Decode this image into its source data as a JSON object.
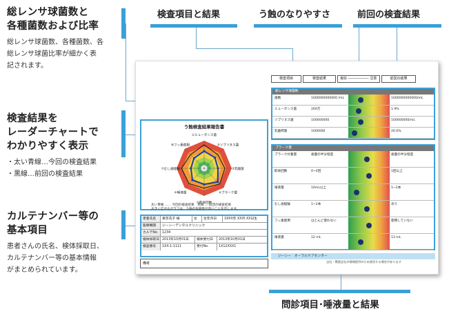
{
  "annotations": [
    {
      "title_lines": [
        "総レンサ球菌数と",
        "各種菌数および比率"
      ],
      "desc_lines": [
        "総レンサ球菌数、各種菌数、各",
        "総レンサ球菌比率が細かく表",
        "記されます。"
      ]
    },
    {
      "title_lines": [
        "検査結果を",
        "レーダーチャートで",
        "わかりやすく表示"
      ],
      "desc_lines": [
        "・太い青線…今回の検査結果",
        "・黒線…前回の検査結果"
      ]
    },
    {
      "title_lines": [
        "カルテナンバー等の",
        "基本項目"
      ],
      "desc_lines": [
        "患者さんの氏名、検体採取日、",
        "カルテナンバー等の基本情報",
        "がまとめられています。"
      ]
    }
  ],
  "top_labels": [
    "検査項目と結果",
    "う蝕のなりやすさ",
    "前回の検査結果"
  ],
  "bottom_label": "問診項目･唾液量と結果",
  "sheet": {
    "header_boxes": [
      "検査項目",
      "検査結果",
      "良好",
      "注意",
      "前回の結果"
    ],
    "radar_title": "う蝕検査結果報告書",
    "radar_axes": [
      "①ミュータンス菌",
      "②ソブリヌス菌",
      "③乳酸菌",
      "④ブラーク量",
      "⑤飲食回数",
      "⑥唾液量",
      "⑦むし歯経験",
      "⑧フッ素使用"
    ],
    "radar_current": [
      0.62,
      0.55,
      0.5,
      0.7,
      0.58,
      0.6,
      0.48,
      0.52
    ],
    "radar_previous": [
      0.85,
      0.7,
      0.75,
      0.8,
      0.72,
      0.78,
      0.82,
      0.7
    ],
    "legend": [
      "太い青線 …… 今回の検査結果　黒線 … 前回の検査結果",
      "大きく広がるグラフは、う蝕の危険性が高いことを示します。"
    ],
    "info_rows": [
      {
        "k": "患者氏名",
        "v": [
          "東京花子 様",
          "女",
          "生年月日",
          "19XX年 XX月 XX日生"
        ]
      },
      {
        "k": "医療機関",
        "v": [
          "ジーシーデンタルクリニック"
        ]
      },
      {
        "k": "カルテNo.",
        "v": [
          "1234"
        ]
      },
      {
        "k": "検体採取日",
        "v": [
          "2013年10月01日",
          "検体受付日",
          "2013年10月01日"
        ]
      },
      {
        "k": "検査番号",
        "v": [
          "1XX-1-1111",
          "受付No.",
          "1X12XXX1"
        ]
      }
    ],
    "remarks_label": "備考",
    "section1": {
      "head": "総レンサ球菌数",
      "rows": [
        {
          "c1": "菌数",
          "c2": "1000000000000 /mL",
          "dot": 0.3,
          "c4": "1000000000000/mL"
        },
        {
          "c1": "ミュータンス菌",
          "c2": "200万",
          "dot": 0.25,
          "c4": "1.9%"
        },
        {
          "c1": "ソブリヌス菌",
          "c2": "100000000",
          "dot": 0.3,
          "c4": "100000000/mL"
        },
        {
          "c1": "乳酸桿菌",
          "c2": "1000000",
          "dot": 0.15,
          "c4": "20.0%"
        }
      ]
    },
    "section2": {
      "head": "プラーク量",
      "rows": [
        {
          "c1": "プラーク付着量",
          "c2": "歯面の半分程度",
          "dot": 0.45,
          "c4": "歯面の半分程度"
        },
        {
          "c1": "飲食回数",
          "c2": "0~4回",
          "dot": 0.5,
          "c4": "1回以上"
        },
        {
          "c1": "唾液量",
          "c2": "10mL以上",
          "dot": 0.2,
          "c4": "1~2本"
        },
        {
          "c1": "むし歯経験",
          "c2": "1~2本",
          "dot": 0.45,
          "c4": "あり"
        },
        {
          "c1": "フッ素使用",
          "c2": "ほとんど使わない",
          "dot": 0.5,
          "c4": "使用していない"
        },
        {
          "c1": "唾液量",
          "c2": "12 mL",
          "dot": 0.3,
          "c4": "13 mL"
        }
      ]
    },
    "footer": "ジーシー　オーラルケアセンター",
    "footer_note": "当社・関連会社の情報提供のため使用する場合があります"
  }
}
